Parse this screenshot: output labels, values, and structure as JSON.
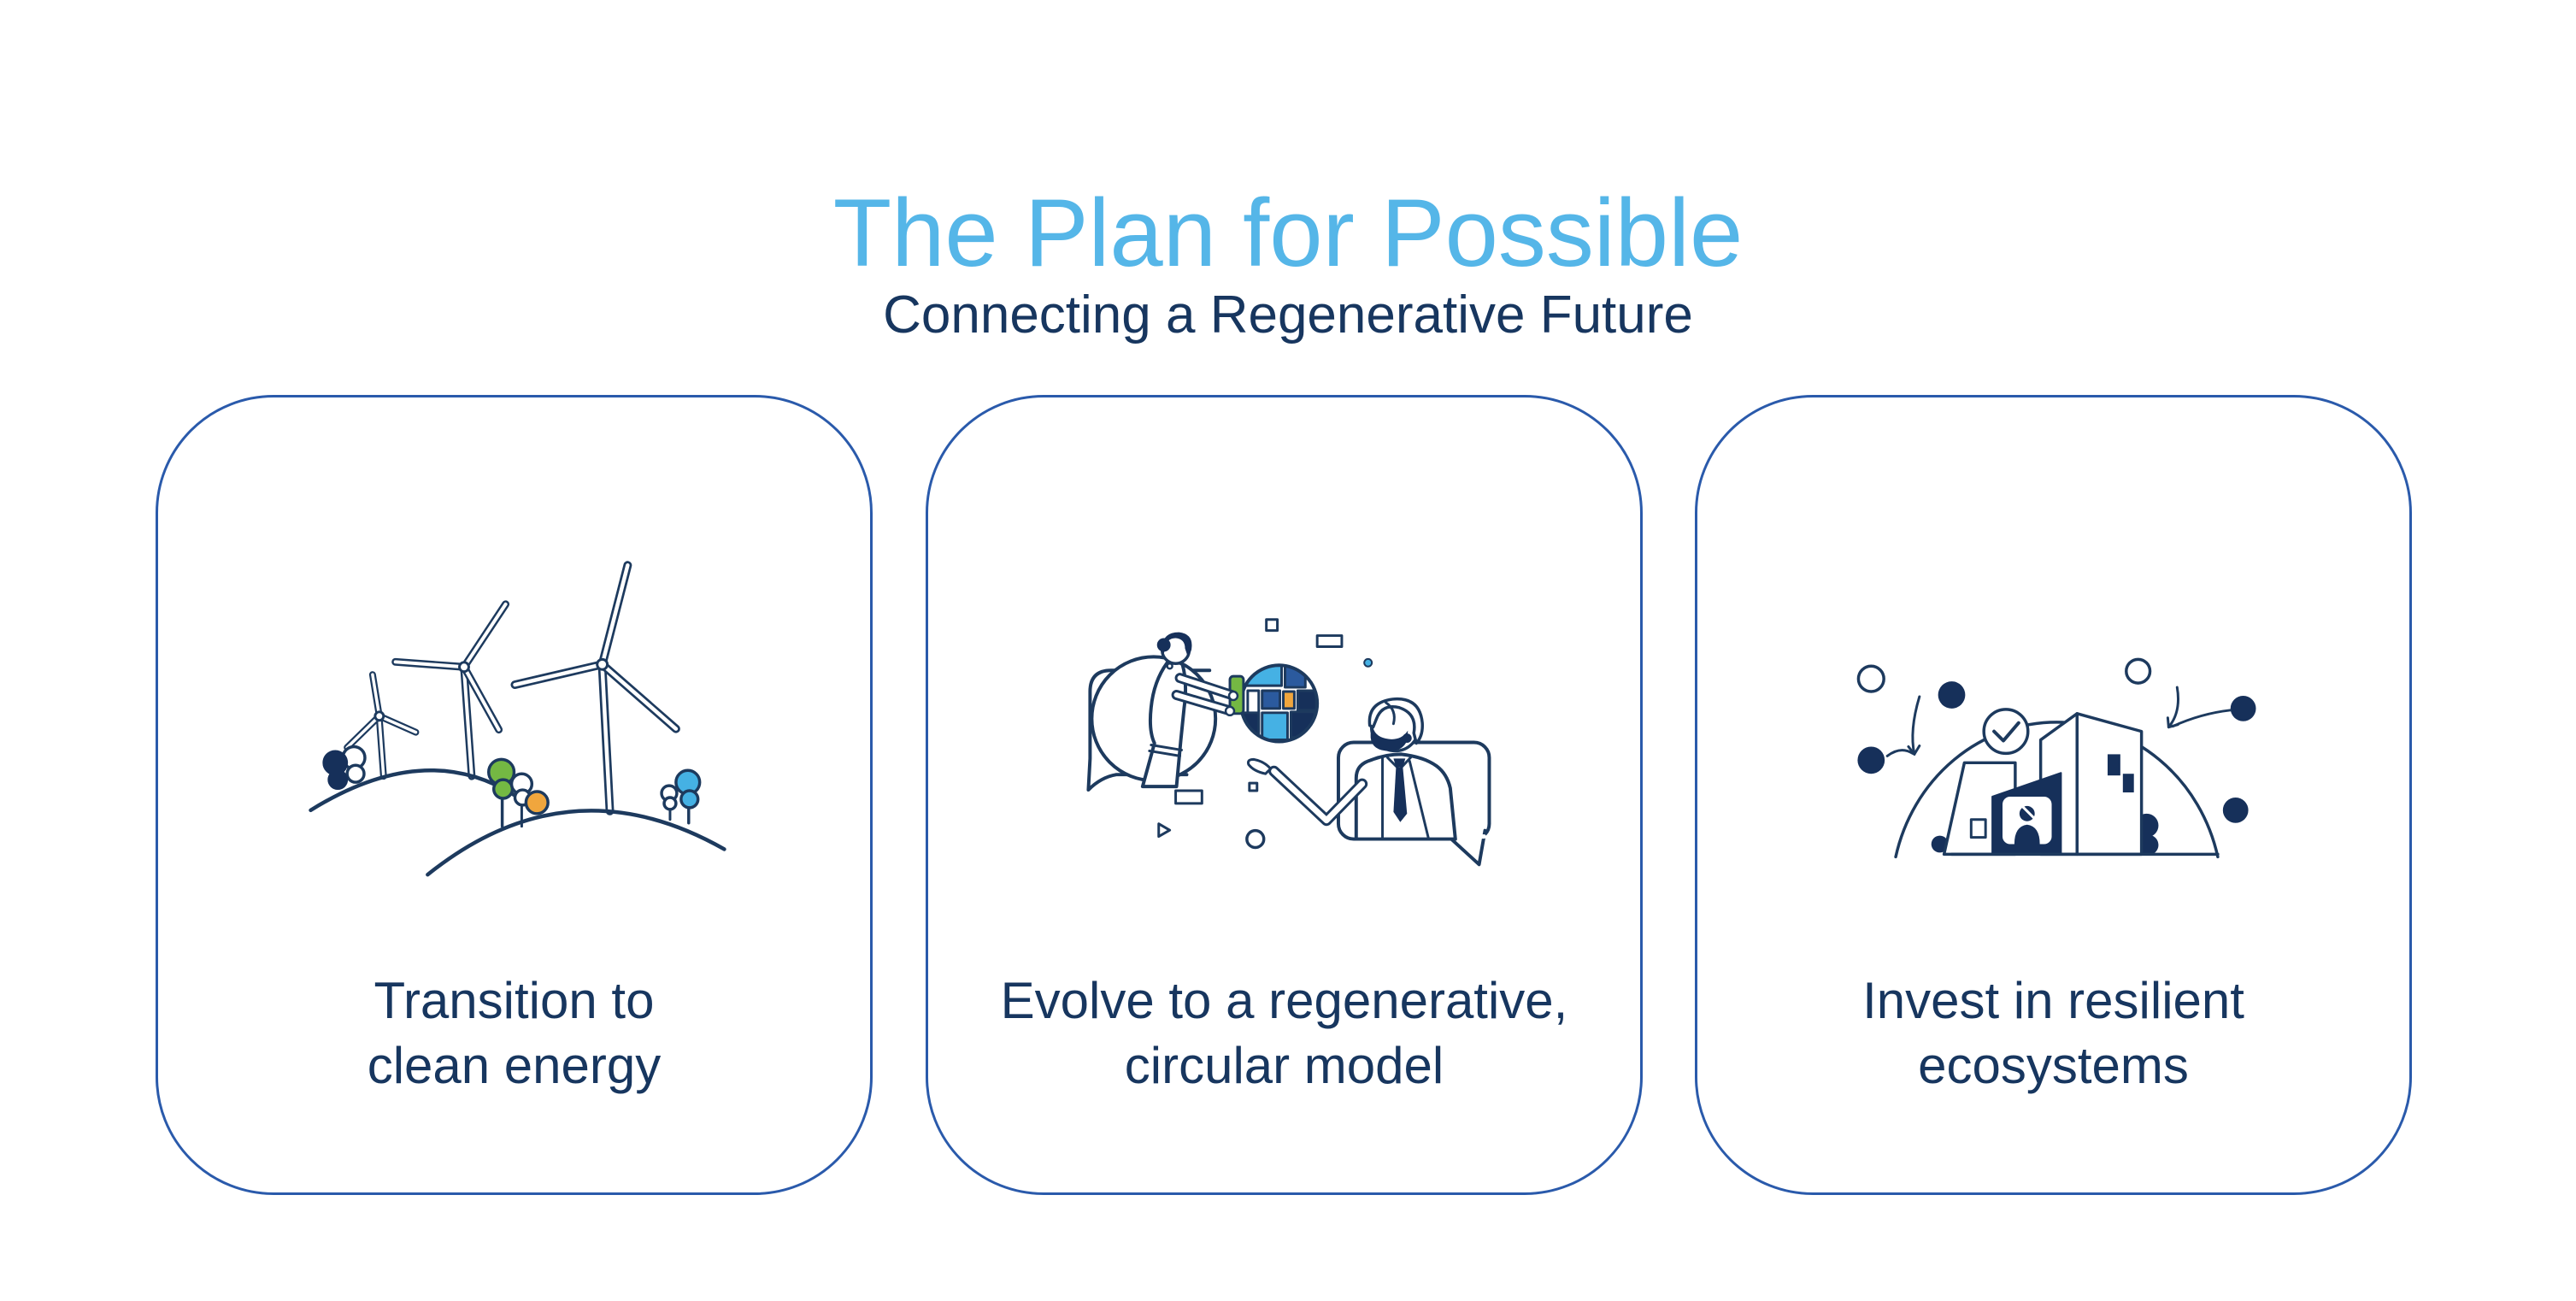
{
  "header": {
    "title": "The Plan for Possible",
    "subtitle": "Connecting a Regenerative Future"
  },
  "cards": [
    {
      "id": "transition-clean-energy",
      "illustration": "wind-turbines-icon",
      "label_lines": [
        "Transition to",
        "clean energy"
      ]
    },
    {
      "id": "regenerative-circular-model",
      "illustration": "partnership-exchange-icon",
      "label_lines": [
        "Evolve to a regenerative,",
        "circular model"
      ]
    },
    {
      "id": "invest-resilient-ecosystems",
      "illustration": "resilient-city-icon",
      "label_lines": [
        "Invest in resilient",
        "ecosystems"
      ]
    }
  ],
  "colors": {
    "title_blue": "#55b6e8",
    "text_navy": "#17365f",
    "card_border_blue": "#2a5aab",
    "illustration_ink": "#1d3a5e",
    "illustration_navy_fill": "#16305a",
    "accent_green": "#74b843",
    "accent_orange": "#f0a63d",
    "accent_light_blue": "#45b1e4",
    "accent_mid_blue": "#2b5a9e",
    "background": "#ffffff"
  }
}
